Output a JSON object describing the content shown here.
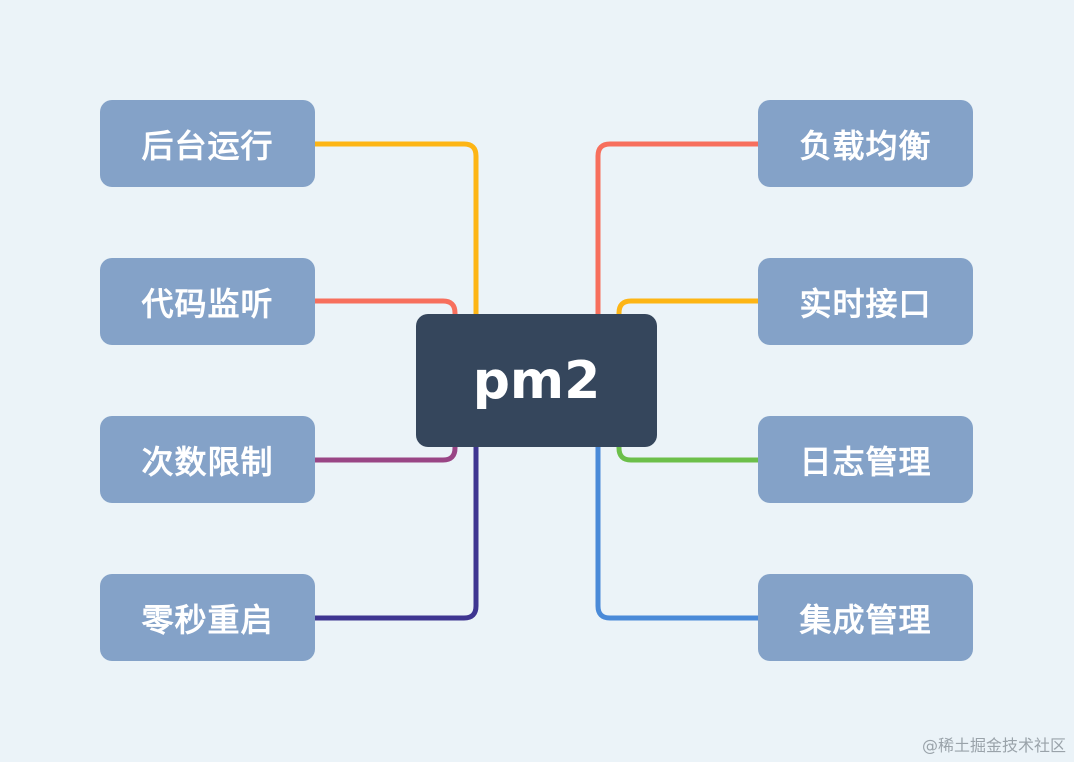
{
  "root": {
    "label": "pm2"
  },
  "left_branches": [
    {
      "label": "后台运行",
      "color": "#fdb515"
    },
    {
      "label": "代码监听",
      "color": "#f76f5d"
    },
    {
      "label": "次数限制",
      "color": "#994585"
    },
    {
      "label": "零秒重启",
      "color": "#3e3591"
    }
  ],
  "right_branches": [
    {
      "label": "负载均衡",
      "color": "#f76f5d"
    },
    {
      "label": "实时接口",
      "color": "#fdb515"
    },
    {
      "label": "日志管理",
      "color": "#6cbf4a"
    },
    {
      "label": "集成管理",
      "color": "#4a8ad8"
    }
  ],
  "watermark": "@稀土掘金技术社区"
}
